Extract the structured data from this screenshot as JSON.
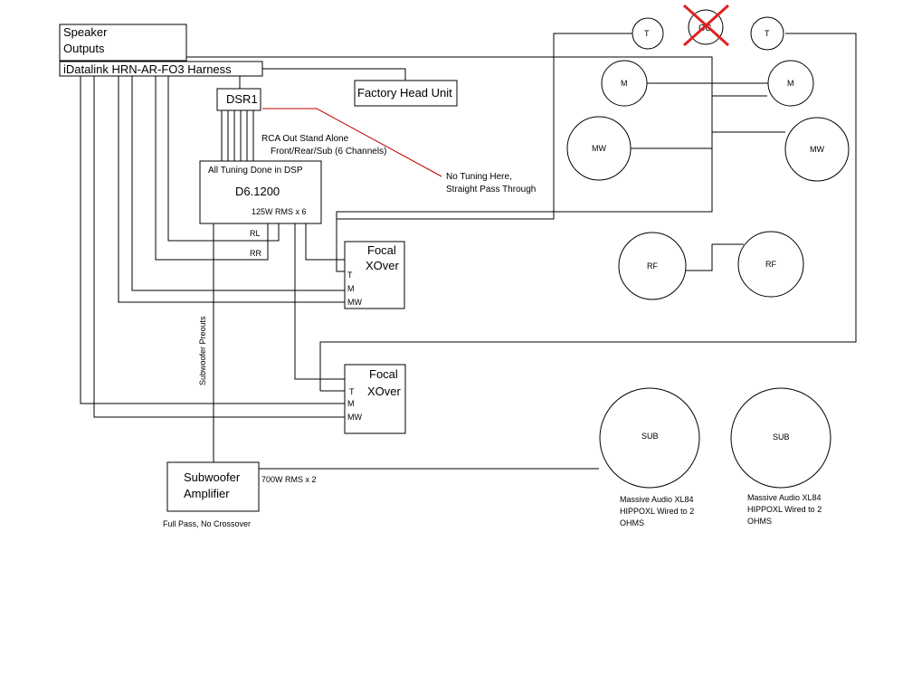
{
  "boxes": {
    "speaker_outputs": [
      "Speaker",
      "Outputs"
    ],
    "harness": "iDatalink HRN-AR-FO3 Harness",
    "head_unit": "Factory Head Unit",
    "dsr1": "DSR1",
    "dsp_tuning": "All Tuning Done in DSP",
    "dsp_model": "D6.1200",
    "dsp_power": "125W RMS x 6",
    "xover_1": [
      "Focal",
      "XOver"
    ],
    "xover_2": [
      "Focal",
      "XOver"
    ],
    "sub_amp": [
      "Subwoofer",
      "Amplifier"
    ]
  },
  "xover_ports": [
    "T",
    "M",
    "MW"
  ],
  "labels": {
    "rca_out": [
      "RCA Out Stand Alone",
      "Front/Rear/Sub (6 Channels)"
    ],
    "no_tuning": [
      "No Tuning Here,",
      "Straight Pass Through"
    ],
    "rl": "RL",
    "rr": "RR",
    "sub_preouts": "Subwoofer Preouts",
    "sub_amp_power": "700W RMS x 2",
    "full_pass": "Full Pass, No Crossover"
  },
  "speakers": {
    "tweeter_left": "T",
    "center": "CC",
    "tweeter_right": "T",
    "mid_left": "M",
    "mid_right": "M",
    "midwoofer_left": "MW",
    "midwoofer_right": "MW",
    "rear_left": "RF",
    "rear_right": "RF",
    "sub_left": "SUB",
    "sub_right": "SUB"
  },
  "sub_notes": {
    "left": [
      "Massive Audio XL84",
      "HIPPOXL Wired to 2",
      "OHMS"
    ],
    "right": [
      "Massive Audio XL84",
      "HIPPOXL Wired to 2",
      "OHMS"
    ]
  },
  "colors": {
    "pass_through_line": "#c00000",
    "center_removed_x": "#e02020"
  }
}
